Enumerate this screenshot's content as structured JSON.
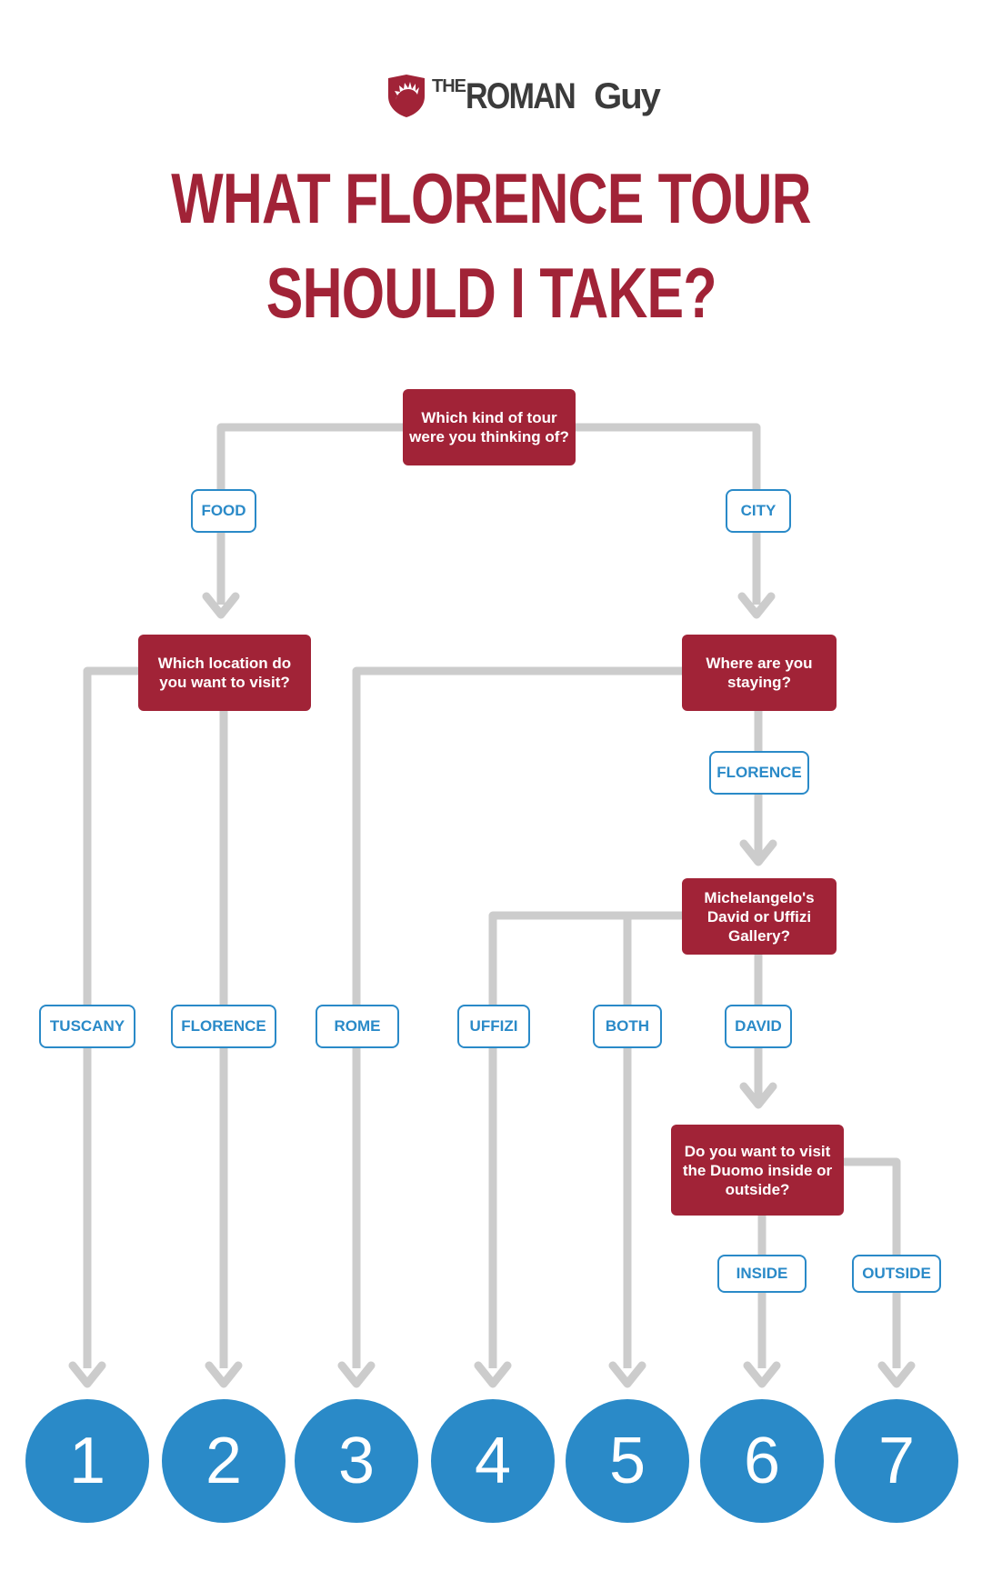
{
  "brand": {
    "the": "THE",
    "roman": "ROMAN",
    "guy": "Guy"
  },
  "title": {
    "line1": "WHAT FLORENCE TOUR",
    "line2": "SHOULD I TAKE?"
  },
  "colors": {
    "question_bg": "#a12337",
    "answer_border": "#2a8ac8",
    "outcome_bg": "#2a8ac8",
    "connector": "#cccccc",
    "title": "#a12337"
  },
  "questions": {
    "tour_kind": "Which kind of tour were you thinking of?",
    "location": "Which location do you want to visit?",
    "staying": "Where are you staying?",
    "david_or_uffizi": "Michelangelo's David or Uffizi Gallery?",
    "duomo": "Do you want to visit the Duomo inside or outside?"
  },
  "answers": {
    "food": "FOOD",
    "city": "CITY",
    "florence_stay": "FLORENCE",
    "tuscany": "TUSCANY",
    "florence_loc": "FLORENCE",
    "rome": "ROME",
    "uffizi": "UFFIZI",
    "both": "BOTH",
    "david": "DAVID",
    "inside": "INSIDE",
    "outside": "OUTSIDE"
  },
  "outcomes": [
    "1",
    "2",
    "3",
    "4",
    "5",
    "6",
    "7"
  ]
}
